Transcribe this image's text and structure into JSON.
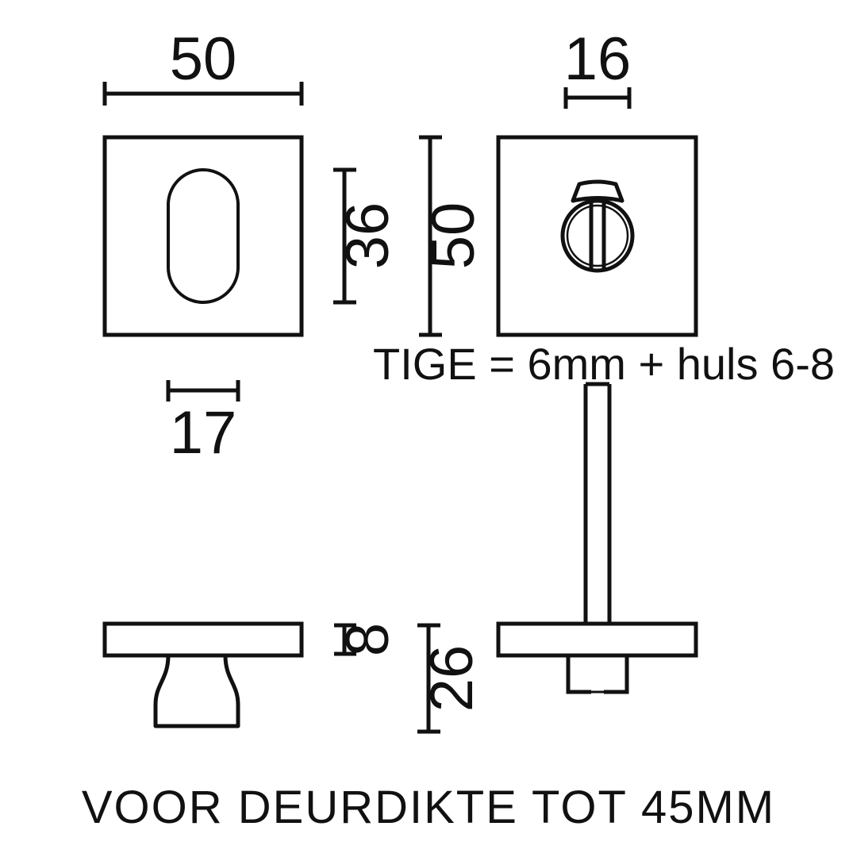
{
  "drawing": {
    "title": "Technical dimension drawing - square rosette with thumb-turn knob",
    "background_color": "#ffffff",
    "line_color": "#111111",
    "views": {
      "top_left": {
        "name": "square-rosette-with-oval-cutout",
        "width_dimension": "50",
        "cutout_width_dimension": "17",
        "cutout_shape": "oval"
      },
      "top_right": {
        "name": "square-rosette-with-thumb-turn",
        "width_dimension": "16",
        "knob_shape": "circle-with-slot-and-wing"
      },
      "middle_dimensions": {
        "inner_height": "36",
        "outer_height": "50"
      },
      "bottom_left": {
        "name": "side-profile-knob",
        "plate_thickness": "8"
      },
      "bottom_right": {
        "name": "side-profile-spindle",
        "total_height": "26"
      }
    },
    "dimensions": {
      "plate_width": "50",
      "knob_width": "16",
      "oval_height": "36",
      "plate_height": "50",
      "cutout_width": "17",
      "plate_thickness": "8",
      "boss_height": "26"
    },
    "labels": {
      "spindle_note": "TIGE = 6mm + huls 6-8",
      "caption": "VOOR DEURDIKTE TOT 45MM"
    }
  }
}
